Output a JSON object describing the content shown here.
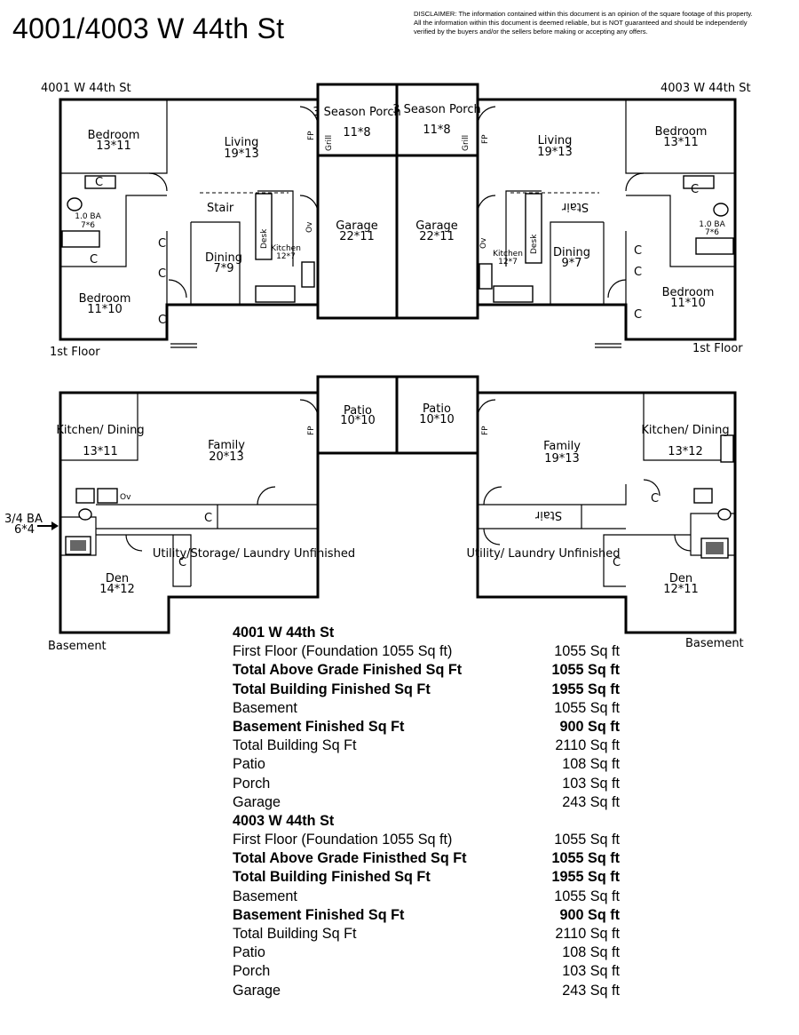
{
  "header": {
    "title": "4001/4003 W 44th St",
    "disclaimer": "DISCLAIMER: The information contained within this document is an opinion of the square footage of this property.\nAll the information within this document is deemed reliable, but is NOT guaranteed and should be independently\nverified by the buyers and/or the sellers before making or accepting any offers."
  },
  "plan": {
    "first_floor": {
      "left_address": "4001 W 44th St",
      "right_address": "4003 W 44th St",
      "left_floor_label": "1st Floor",
      "right_floor_label": "1st Floor",
      "rooms": [
        {
          "id": "l-bedroom1",
          "name": "Bedroom",
          "size": "13*11"
        },
        {
          "id": "l-living",
          "name": "Living",
          "size": "19*13"
        },
        {
          "id": "l-porch",
          "name": "3 Season Porch",
          "size": "11*8"
        },
        {
          "id": "r-porch",
          "name": "3 Season Porch",
          "size": "11*8"
        },
        {
          "id": "r-living",
          "name": "Living",
          "size": "19*13"
        },
        {
          "id": "r-bedroom1",
          "name": "Bedroom",
          "size": "13*11"
        },
        {
          "id": "l-bath",
          "name": "1.0 BA",
          "size": "7*6"
        },
        {
          "id": "r-bath",
          "name": "1.0 BA",
          "size": "7*6"
        },
        {
          "id": "l-garage",
          "name": "Garage",
          "size": "22*11"
        },
        {
          "id": "r-garage",
          "name": "Garage",
          "size": "22*11"
        },
        {
          "id": "l-dining",
          "name": "Dining",
          "size": "7*9"
        },
        {
          "id": "r-dining",
          "name": "Dining",
          "size": "9*7"
        },
        {
          "id": "l-kitchen",
          "name": "Kitchen",
          "size": "12*7"
        },
        {
          "id": "r-kitchen",
          "name": "Kitchen",
          "size": "12*7"
        },
        {
          "id": "l-bedroom2",
          "name": "Bedroom",
          "size": "11*10"
        },
        {
          "id": "r-bedroom2",
          "name": "Bedroom",
          "size": "11*10"
        }
      ],
      "labels": {
        "stair": "Stair",
        "stair_flipped": "Stair",
        "fp": "FP",
        "grill": "Grill",
        "desk": "Desk",
        "ov": "Ov",
        "closet": "C"
      }
    },
    "basement": {
      "left_label": "Basement",
      "right_label": "Basement",
      "entry_label_name": "3/4 BA",
      "entry_label_size": "6*4",
      "rooms": [
        {
          "id": "lb-kitchen",
          "name": "Kitchen/ Dining",
          "size": "13*11"
        },
        {
          "id": "lb-family",
          "name": "Family",
          "size": "20*13"
        },
        {
          "id": "l-patio",
          "name": "Patio",
          "size": "10*10"
        },
        {
          "id": "r-patio",
          "name": "Patio",
          "size": "10*10"
        },
        {
          "id": "rb-family",
          "name": "Family",
          "size": "19*13"
        },
        {
          "id": "rb-kitchen",
          "name": "Kitchen/ Dining",
          "size": "13*12"
        },
        {
          "id": "lb-den",
          "name": "Den",
          "size": "14*12"
        },
        {
          "id": "lb-utility",
          "name": "Utility/Storage/ Laundry Unfinished",
          "size": ""
        },
        {
          "id": "rb-utility",
          "name": "Utility/ Laundry Unfinished",
          "size": ""
        },
        {
          "id": "rb-den",
          "name": "Den",
          "size": "12*11"
        }
      ]
    }
  },
  "sqft_tables": [
    {
      "heading": "4001 W 44th St",
      "rows": [
        {
          "label": "First Floor (Foundation 1055 Sq ft)",
          "value": "1055 Sq ft",
          "bold": false
        },
        {
          "label": "Total Above Grade Finished Sq Ft",
          "value": "1055 Sq ft",
          "bold": true
        },
        {
          "label": "Total Building Finished Sq Ft",
          "value": "1955 Sq ft",
          "bold": true
        },
        {
          "label": "Basement",
          "value": "1055 Sq ft",
          "bold": false
        },
        {
          "label": "Basement Finished Sq Ft",
          "value": "900 Sq ft",
          "bold": true
        },
        {
          "label": "Total Building Sq Ft",
          "value": "2110 Sq ft",
          "bold": false
        },
        {
          "label": "Patio",
          "value": "108 Sq ft",
          "bold": false
        },
        {
          "label": "Porch",
          "value": "103 Sq ft",
          "bold": false
        },
        {
          "label": "Garage",
          "value": "243 Sq ft",
          "bold": false
        }
      ]
    },
    {
      "heading": "4003 W 44th St",
      "rows": [
        {
          "label": "First Floor (Foundation 1055 Sq ft)",
          "value": "1055 Sq ft",
          "bold": false
        },
        {
          "label": "Total Above Grade Finisthed Sq Ft",
          "value": "1055 Sq ft",
          "bold": true
        },
        {
          "label": "Total Building Finished Sq Ft",
          "value": "1955 Sq ft",
          "bold": true
        },
        {
          "label": "Basement",
          "value": "1055 Sq ft",
          "bold": false
        },
        {
          "label": "Basement Finished Sq Ft",
          "value": "900 Sq ft",
          "bold": true
        },
        {
          "label": "Total Building Sq Ft",
          "value": "2110 Sq ft",
          "bold": false
        },
        {
          "label": "Patio",
          "value": "108 Sq ft",
          "bold": false
        },
        {
          "label": "Porch",
          "value": "103 Sq ft",
          "bold": false
        },
        {
          "label": "Garage",
          "value": "243 Sq ft",
          "bold": false
        }
      ]
    }
  ]
}
